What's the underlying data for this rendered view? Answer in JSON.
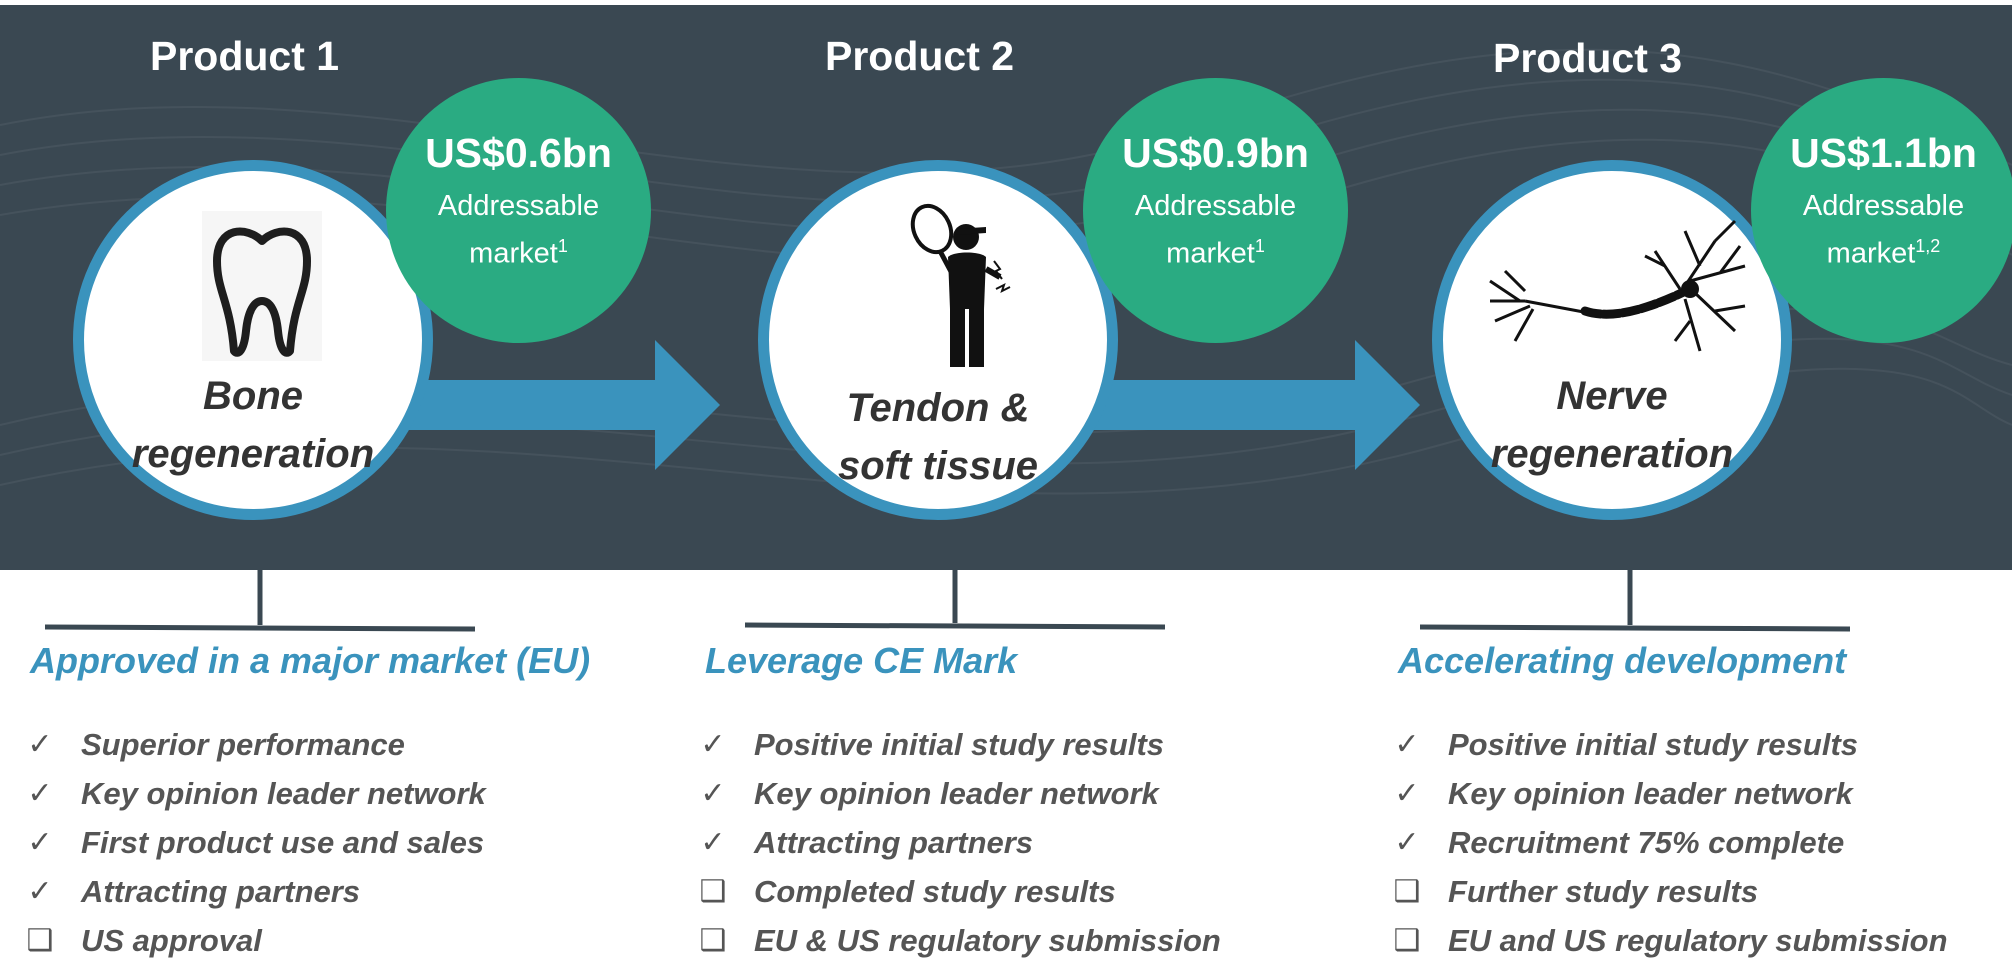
{
  "products": [
    {
      "title": "Product 1",
      "label_line1": "Bone",
      "label_line2": "regeneration",
      "icon": "tooth-icon",
      "market": {
        "value": "US$0.6bn",
        "label_line1": "Addressable",
        "label_line2": "market",
        "sup": "1"
      },
      "heading": "Approved in a major market (EU)",
      "items": [
        {
          "status": "done",
          "text": "Superior performance"
        },
        {
          "status": "done",
          "text": "Key opinion leader network"
        },
        {
          "status": "done",
          "text": "First product use and sales"
        },
        {
          "status": "done",
          "text": "Attracting partners"
        },
        {
          "status": "todo",
          "text": "US approval"
        }
      ]
    },
    {
      "title": "Product 2",
      "label_line1": "Tendon &",
      "label_line2": "soft tissue",
      "icon": "tennis-player-elbow-pain-icon",
      "market": {
        "value": "US$0.9bn",
        "label_line1": "Addressable",
        "label_line2": "market",
        "sup": "1"
      },
      "heading": "Leverage CE Mark",
      "items": [
        {
          "status": "done",
          "text": "Positive initial study results"
        },
        {
          "status": "done",
          "text": "Key opinion leader network"
        },
        {
          "status": "done",
          "text": "Attracting partners"
        },
        {
          "status": "todo",
          "text": "Completed study results"
        },
        {
          "status": "todo",
          "text": "EU & US regulatory submission"
        }
      ]
    },
    {
      "title": "Product 3",
      "label_line1": "Nerve",
      "label_line2": "regeneration",
      "icon": "neuron-icon",
      "market": {
        "value": "US$1.1bn",
        "label_line1": "Addressable",
        "label_line2": "market",
        "sup": "1,2"
      },
      "heading": "Accelerating development",
      "items": [
        {
          "status": "done",
          "text": "Positive initial study results"
        },
        {
          "status": "done",
          "text": "Key opinion leader network"
        },
        {
          "status": "done",
          "text": "Recruitment 75% complete"
        },
        {
          "status": "todo",
          "text": "Further study results"
        },
        {
          "status": "todo",
          "text": "EU and US regulatory submission"
        }
      ]
    }
  ],
  "marks": {
    "done": "✓",
    "todo": "❑"
  },
  "colors": {
    "banner": "#3a4852",
    "accent_blue": "#3a93bd",
    "market_green": "#2aab82",
    "text_grey": "#555555"
  }
}
